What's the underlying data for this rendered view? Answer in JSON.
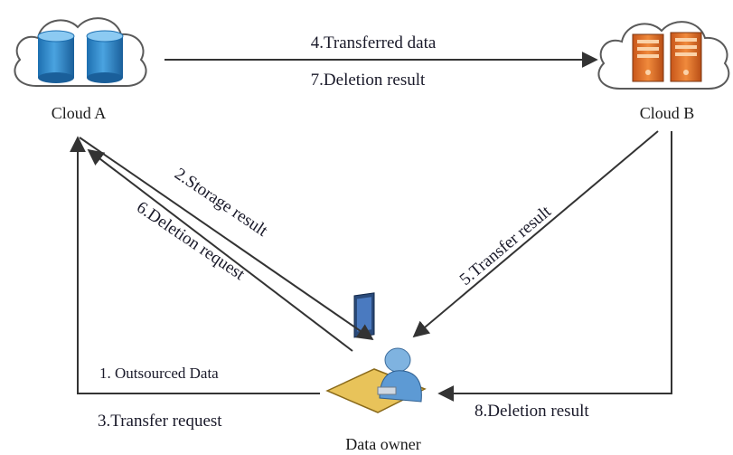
{
  "nodes": {
    "cloud_a": {
      "label": "Cloud A",
      "icon": "database-cloud-icon"
    },
    "cloud_b": {
      "label": "Cloud B",
      "icon": "server-cloud-icon"
    },
    "owner": {
      "label": "Data owner",
      "icon": "user-at-computer-icon"
    }
  },
  "messages": {
    "m1": "1. Outsourced Data",
    "m2": "2.Storage result",
    "m3": "3.Transfer request",
    "m4": "4.Transferred data",
    "m5": "5.Transfer result",
    "m6": "6.Deletion request",
    "m7": "7.Deletion result",
    "m8": "8.Deletion result"
  },
  "colors": {
    "cylinder": "#2f86c8",
    "server": "#e8732a",
    "cloud_stroke": "#5a5a5a",
    "text": "#1a1a2a"
  }
}
